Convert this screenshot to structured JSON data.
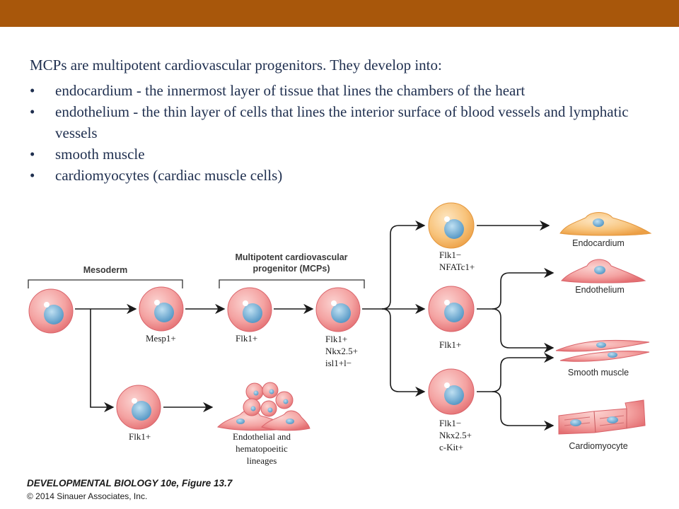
{
  "slide": {
    "intro": "MCPs are multipotent cardiovascular progenitors.  They develop into:",
    "bullet_glyph": "•",
    "bullets": [
      "endocardium - the innermost layer of tissue that lines the chambers of the heart",
      "endothelium - the thin layer of cells that lines the interior surface of blood vessels and lymphatic vessels",
      "smooth muscle",
      "cardiomyocytes (cardiac muscle cells)"
    ]
  },
  "diagram": {
    "bracket_mesoderm": "Mesoderm",
    "bracket_mcp_line1": "Multipotent cardiovascular",
    "bracket_mcp_line2": "progenitor (MCPs)",
    "cell_mesp1": "Mesp1+",
    "cell_flk1_a": "Flk1+",
    "cell_mcp_l1": "Flk1+",
    "cell_mcp_l2": "Nkx2.5+",
    "cell_mcp_l3": "isl1+l−",
    "cell_flk1_lower": "Flk1+",
    "lineages_l1": "Endothelial and",
    "lineages_l2": "hematopoeitic",
    "lineages_l3": "lineages",
    "top_l1": "Flk1−",
    "top_l2": "NFATc1+",
    "mid_l1": "Flk1+",
    "bot_l1": "Flk1−",
    "bot_l2": "Nkx2.5+",
    "bot_l3": "c-Kit+",
    "out_endocardium": "Endocardium",
    "out_endothelium": "Endothelium",
    "out_smooth": "Smooth muscle",
    "out_cardio": "Cardiomyocyte",
    "colors": {
      "cell_pink": "#f28d8e",
      "cell_orange": "#f6b765",
      "nucleus": "#6eaed4",
      "arrow": "#1a1a1a"
    }
  },
  "footer": {
    "title": "DEVELOPMENTAL BIOLOGY 10e, Figure 13.7",
    "copyright": "© 2014 Sinauer Associates, Inc."
  }
}
